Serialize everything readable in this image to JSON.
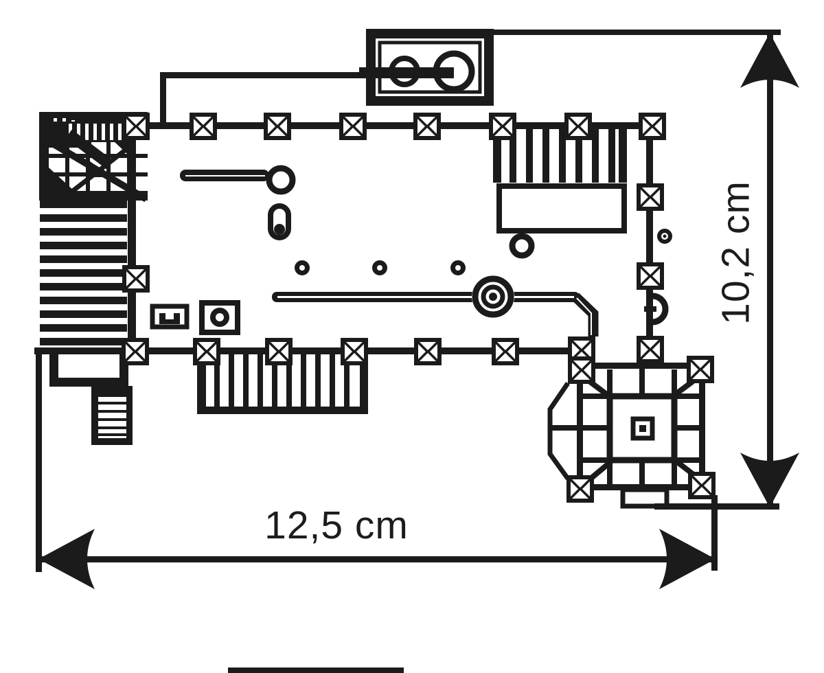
{
  "labels": {
    "width_dimension": "12,5 cm",
    "height_dimension": "10,2 cm"
  },
  "colors": {
    "ink": "#1b1b1b",
    "background": "#ffffff"
  },
  "symbols": {
    "column_symbol": "square-with-white-x-triangles",
    "arrow_style": "barbed-dimension-arrow"
  }
}
